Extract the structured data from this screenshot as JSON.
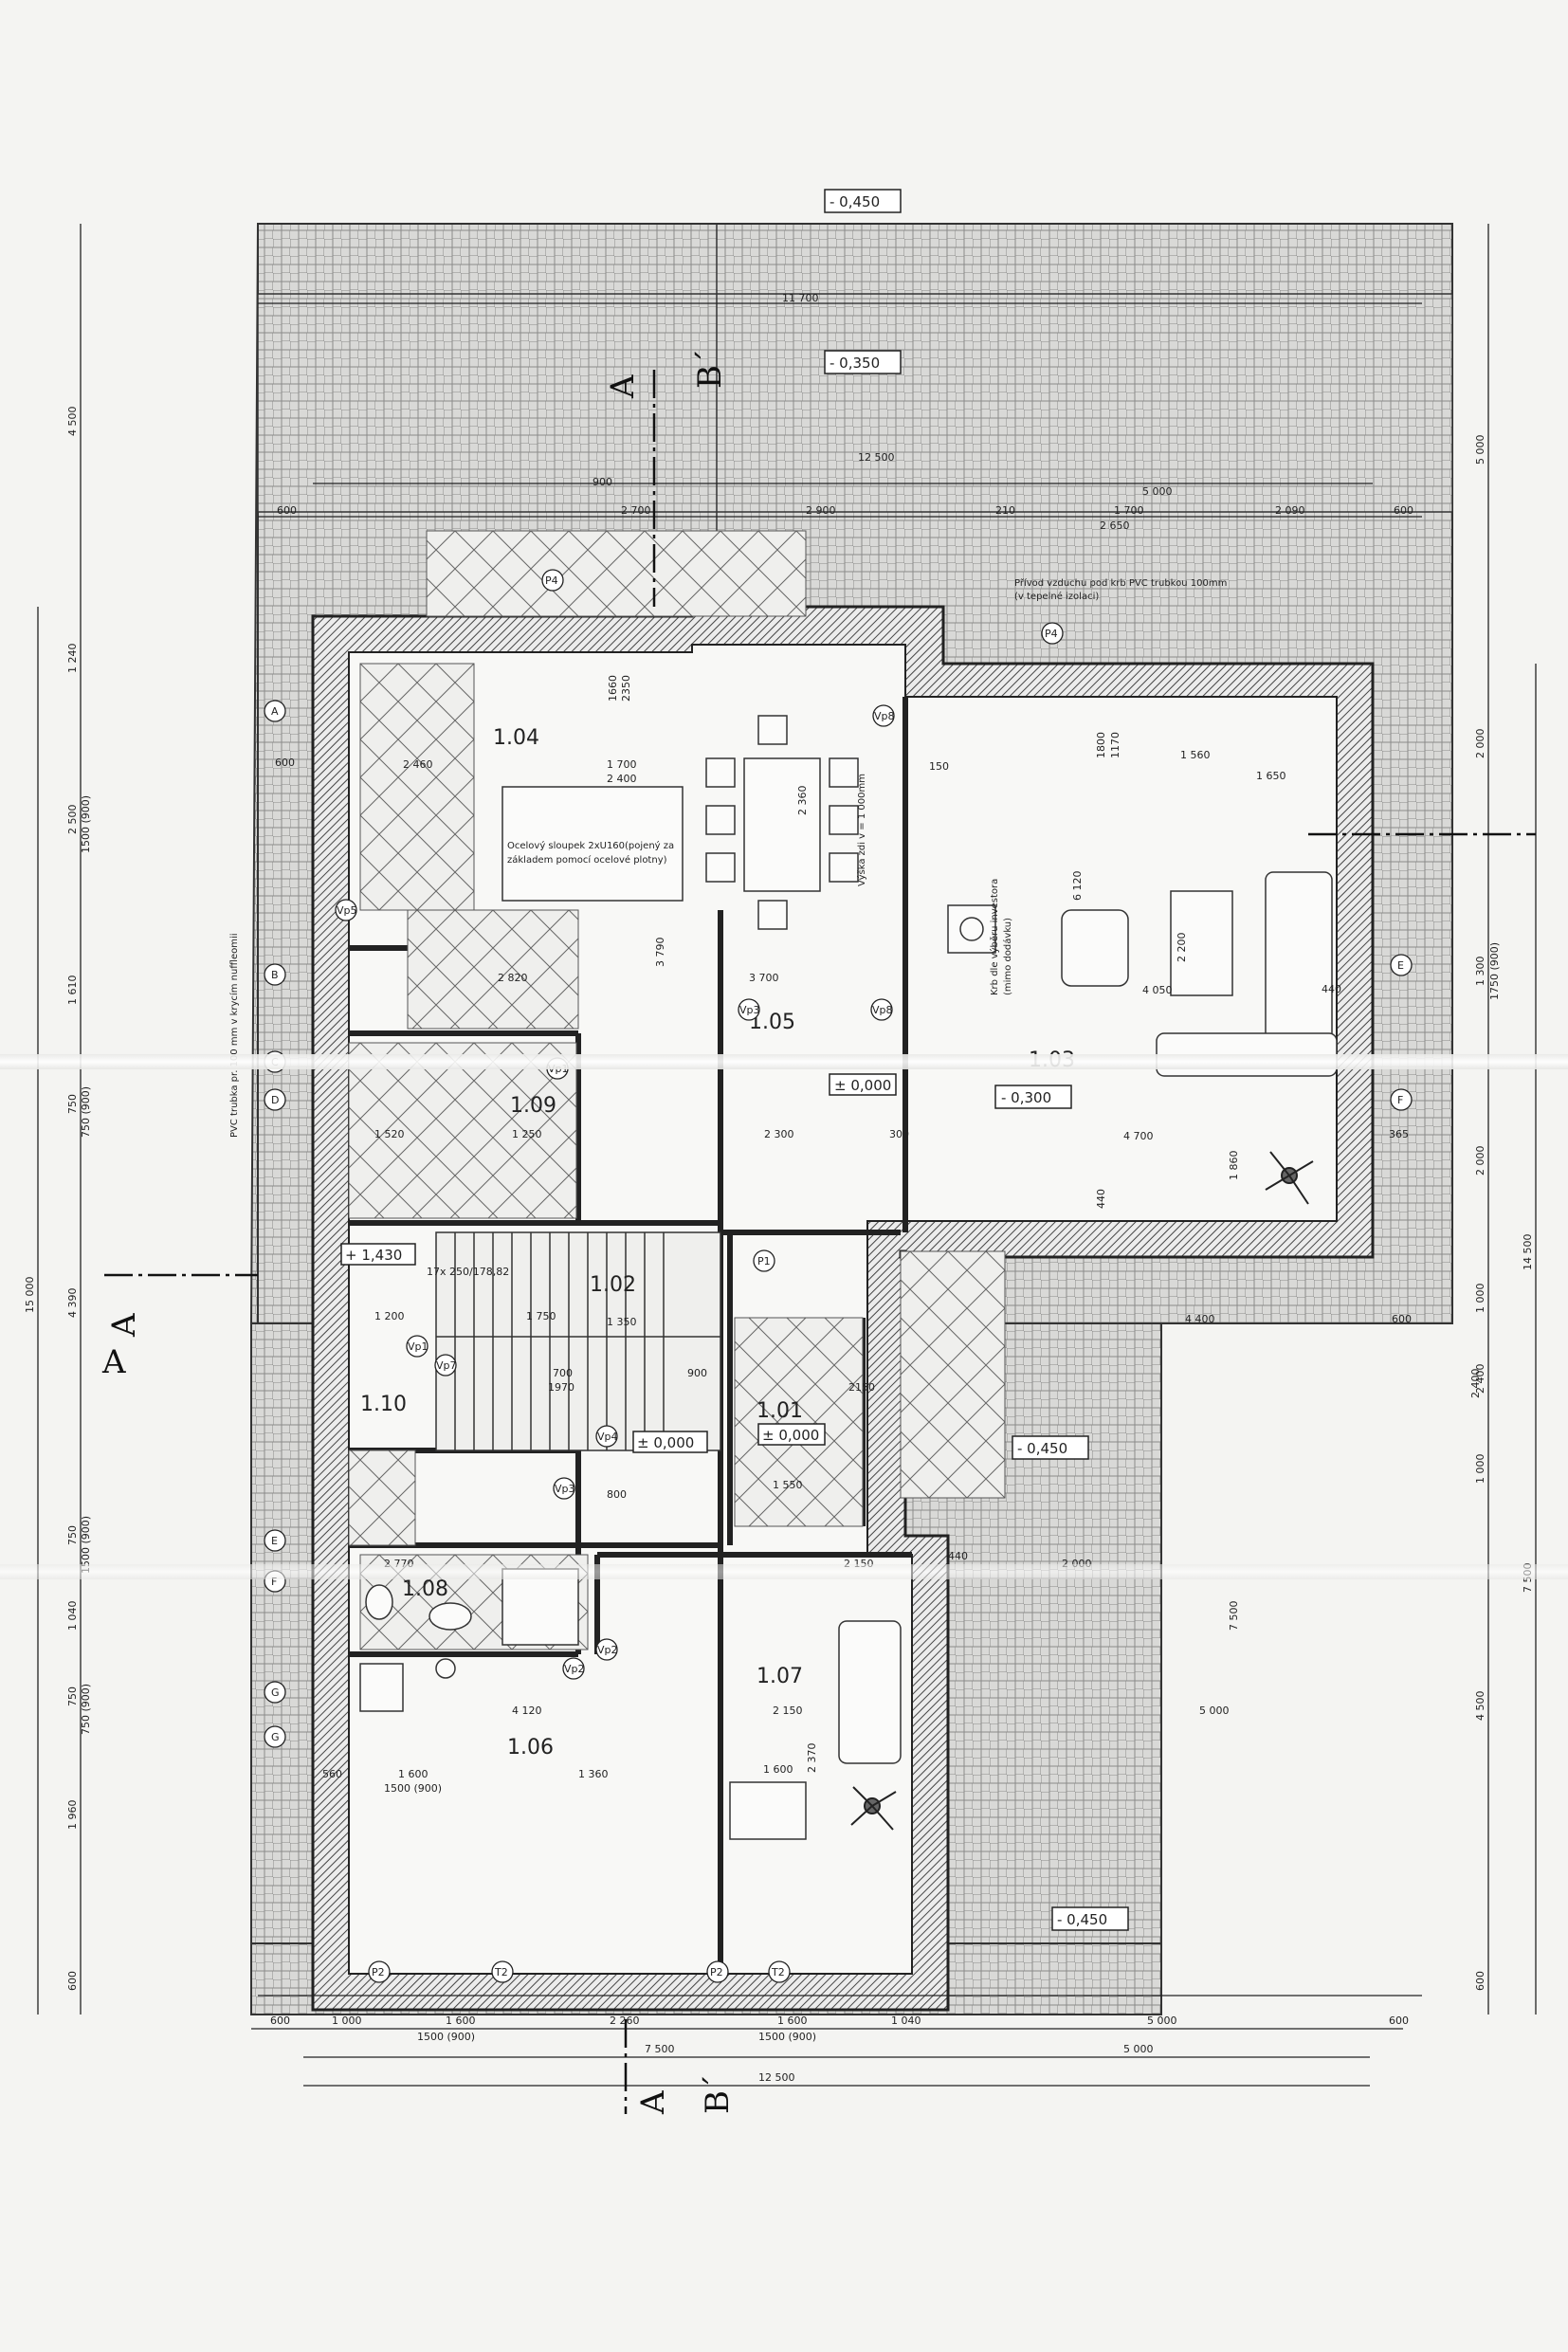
{
  "colors": {
    "paper": "#f4f4f2",
    "line": "#222222",
    "wall_hatch": "#555555",
    "paving": "#9a9a9a"
  },
  "levels": {
    "top": "- 0,450",
    "terrace": "- 0,350",
    "room_103": "- 0,300",
    "room_105": "± 0,000",
    "room_102": "± 0,000",
    "room_101": "± 0,000",
    "stair": "+ 1,430",
    "east_paving": "- 0,450",
    "bottom": "- 0,450"
  },
  "rooms": [
    {
      "id": "1.01"
    },
    {
      "id": "1.02"
    },
    {
      "id": "1.03"
    },
    {
      "id": "1.04"
    },
    {
      "id": "1.05"
    },
    {
      "id": "1.06"
    },
    {
      "id": "1.07"
    },
    {
      "id": "1.08"
    },
    {
      "id": "1.09"
    },
    {
      "id": "1.10"
    }
  ],
  "notes": {
    "fireplace_air": "Přívod vzduchu pod krb PVC trubkou 100mm",
    "fireplace_air_2": "(v tepelné izolaci)",
    "steel_column": "Ocelový sloupek 2xU160(pojený za",
    "steel_column_2": "základem pomocí ocelové plotny)",
    "counter_height": "Výška zdi v = 1 000mm",
    "fireplace": "Krb dle výběru investora",
    "fireplace_2": "(mimo dodávku)",
    "pvc_pipe": "PVC trubka pr. 100 mm v krycím nuffleomii"
  },
  "markers": {
    "section_a_top": "A",
    "section_b_top": "B´",
    "section_a_left": "A",
    "section_a_left_2": "A",
    "section_b_bottom": "B´",
    "section_a_bottom": "A"
  },
  "dims": {
    "top_total": "11 700",
    "top_12500": "12 500",
    "top_900": "900",
    "top_5000": "5 000",
    "row1": [
      "600",
      "2 900",
      "2 700",
      "210",
      "1 700",
      "2 090",
      "600"
    ],
    "row1_sub": "2 650",
    "bottom_row1": [
      "600",
      "1 000",
      "1 600",
      "2 260",
      "1 600",
      "1 040",
      "5 000",
      "600"
    ],
    "bottom_row1_sub": [
      "1500 (900)",
      "1500 (900)"
    ],
    "bottom_row2": [
      "7 500",
      "5 000"
    ],
    "bottom_total": "12 500",
    "left_outer": [
      "4 500",
      "1 240",
      "2 500",
      "1 610",
      "750",
      "4 390",
      "750",
      "1 040",
      "750",
      "1 960",
      "600"
    ],
    "left_outer_sub": [
      "1500 (900)",
      "750 (900)",
      "1500 (900)",
      "750 (900)"
    ],
    "left_total": "15 000",
    "right_outer": [
      "5 000",
      "2 000",
      "1 300",
      "2 000",
      "1 000",
      "2 400",
      "1 000",
      "4 500",
      "600"
    ],
    "right_sub": "1750 (900)",
    "right_7500": "7 500",
    "right_total": "14 500",
    "east_7500": "7 500",
    "east_5000": "5 000",
    "east_4400": "4 400",
    "east_600": "600",
    "r103_w": "4 700",
    "r103_h": "4 050",
    "r103_d1": "1 650",
    "r103_d2": "1 560",
    "r103_d3": "6 120",
    "r103_d4": "2 200",
    "r103_side": "1 860",
    "r103_440a": "440",
    "r103_440b": "440",
    "r104_w": "2 460",
    "r104_d": "1 700",
    "r104_d2": "2 400",
    "r104_dd": "2 820",
    "r105_w": "3 700",
    "r105_d": "2 300",
    "r105_h": "3 790",
    "r105_dd": "2 360",
    "r109_w": "1 520",
    "r109_d": "1 250",
    "r110_w": "1 200",
    "r102_d": "1 350",
    "r101_w": "1 550",
    "r106_w": "4 120",
    "r106_d": "1 600",
    "r106_d2": "1 360",
    "r106_d3": "560",
    "r106_sub": "1500 (900)",
    "r107_w": "2 150",
    "r107_w2": "2 150",
    "r107_d": "2 370",
    "r107_wt": "1 600",
    "r108_w": "2 770",
    "door_700": "700",
    "door_1970": "1970",
    "door_900": "900",
    "door_2150": "2150",
    "door_800": "800",
    "door_1660": "1660",
    "door_2350": "2350",
    "door_2400": "2 400",
    "door_1800": "1800",
    "door_1170": "1170",
    "stair_spec": "17x 250/178,82",
    "stair_1750": "1 750",
    "wall_440": "440",
    "wall_365": "365",
    "wall_150": "150",
    "wall_300": "300",
    "wall_600": "600",
    "wall_2000": "2 000"
  },
  "tags": {
    "p1": "P1",
    "p2": "P2",
    "p4": "P4",
    "t2": "T2",
    "vp1": "Vp1",
    "vp2": "Vp2",
    "vp3": "Vp3",
    "vp4": "Vp4",
    "vp5": "Vp5",
    "vp7": "Vp7",
    "vp8": "Vp8"
  },
  "axes": [
    "A",
    "B",
    "C",
    "D",
    "E",
    "F",
    "G"
  ]
}
